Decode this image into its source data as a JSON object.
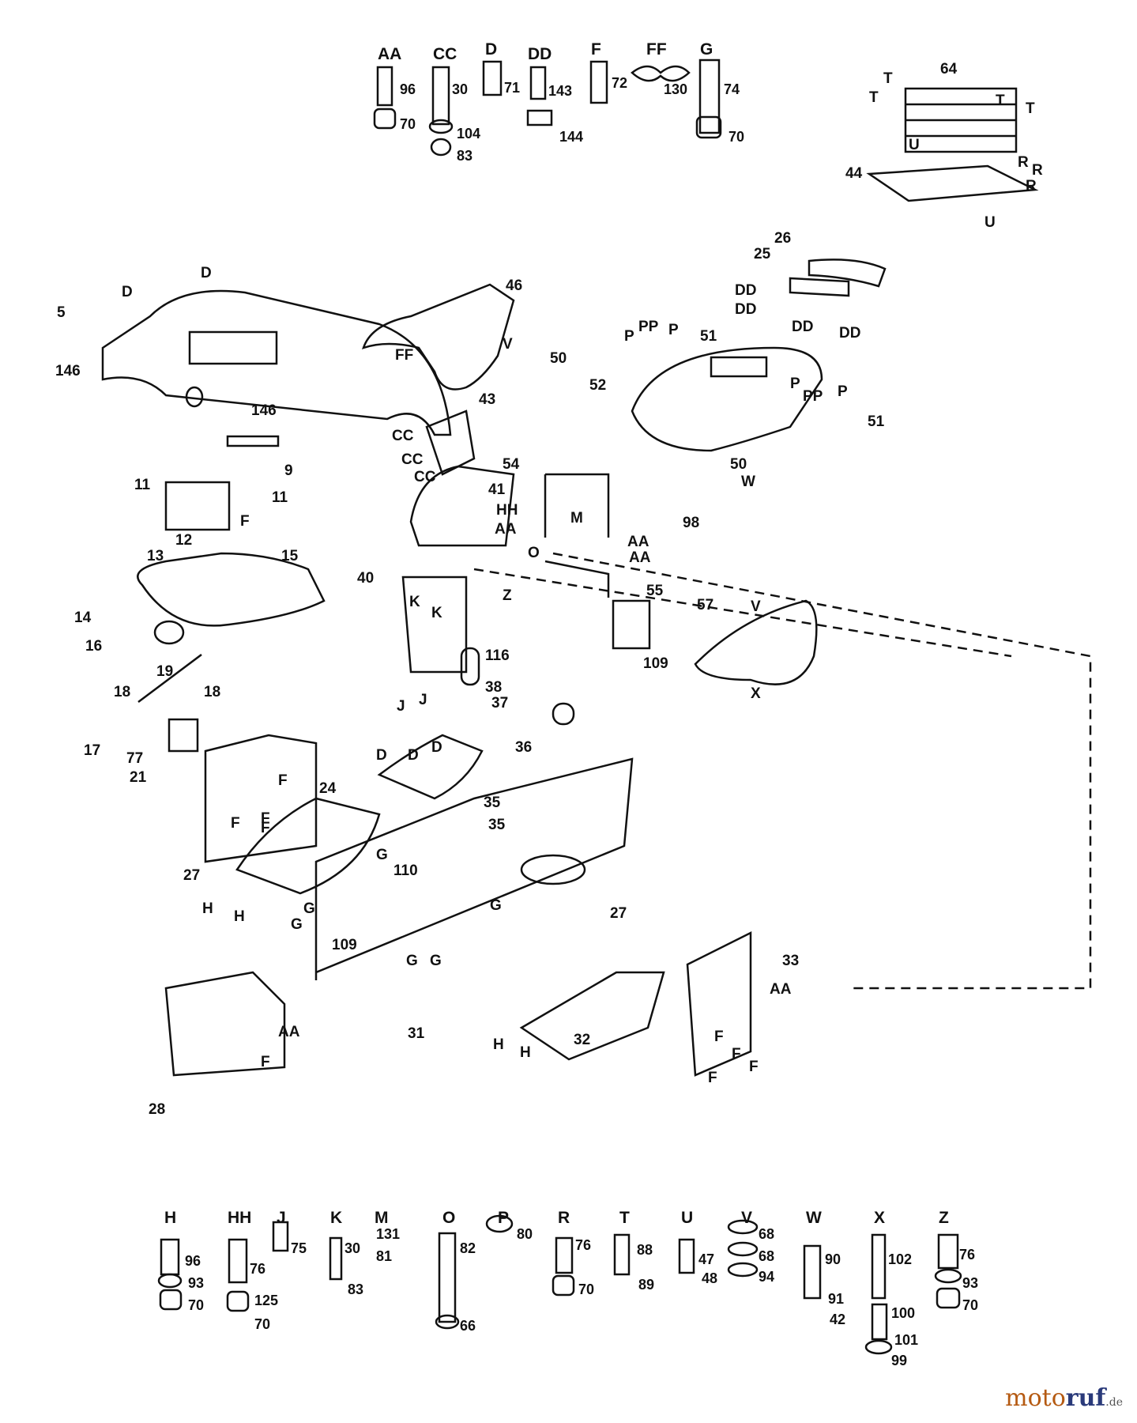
{
  "hardware_top": [
    {
      "code": "AA",
      "parts": [
        "96",
        "70"
      ]
    },
    {
      "code": "CC",
      "parts": [
        "30",
        "104",
        "83"
      ]
    },
    {
      "code": "D",
      "parts": [
        "71"
      ]
    },
    {
      "code": "DD",
      "parts": [
        "143",
        "144"
      ]
    },
    {
      "code": "F",
      "parts": [
        "72"
      ]
    },
    {
      "code": "FF",
      "parts": [
        "130"
      ]
    },
    {
      "code": "G",
      "parts": [
        "74",
        "70"
      ]
    }
  ],
  "hardware_bottom": [
    {
      "code": "H",
      "parts": [
        "96",
        "93",
        "70"
      ]
    },
    {
      "code": "HH",
      "parts": [
        "76",
        "125",
        "70"
      ]
    },
    {
      "code": "J",
      "parts": [
        "75"
      ]
    },
    {
      "code": "K",
      "parts": [
        "30",
        "83"
      ]
    },
    {
      "code": "M",
      "parts": [
        "131",
        "81"
      ]
    },
    {
      "code": "O",
      "parts": [
        "82",
        "66"
      ]
    },
    {
      "code": "P",
      "parts": [
        "80"
      ]
    },
    {
      "code": "R",
      "parts": [
        "76",
        "70"
      ]
    },
    {
      "code": "T",
      "parts": [
        "88",
        "89"
      ]
    },
    {
      "code": "U",
      "parts": [
        "47",
        "48"
      ]
    },
    {
      "code": "V",
      "parts": [
        "68",
        "68",
        "94"
      ]
    },
    {
      "code": "W",
      "parts": [
        "90",
        "91",
        "42"
      ]
    },
    {
      "code": "X",
      "parts": [
        "102",
        "100",
        "101",
        "99"
      ]
    },
    {
      "code": "Z",
      "parts": [
        "76",
        "93",
        "70"
      ]
    }
  ],
  "callouts": [
    "64",
    "T",
    "T",
    "T",
    "T",
    "R",
    "U",
    "R",
    "R",
    "44",
    "U",
    "26",
    "25",
    "DD",
    "DD",
    "DD",
    "DD",
    "46",
    "V",
    "FF",
    "D",
    "D",
    "5",
    "146",
    "146",
    "9",
    "P",
    "PP",
    "P",
    "51",
    "50",
    "52",
    "P",
    "PP",
    "P",
    "51",
    "50",
    "W",
    "98",
    "43",
    "CC",
    "CC",
    "CC",
    "41",
    "54",
    "M",
    "HH",
    "AA",
    "AA",
    "AA",
    "11",
    "11",
    "F",
    "12",
    "15",
    "13",
    "14",
    "40",
    "K",
    "K",
    "Z",
    "O",
    "55",
    "57",
    "V",
    "X",
    "109",
    "116",
    "38",
    "J",
    "J",
    "37",
    "36",
    "16",
    "18",
    "19",
    "18",
    "17",
    "77",
    "21",
    "F",
    "F",
    "F",
    "F",
    "24",
    "D",
    "D",
    "D",
    "G",
    "110",
    "35",
    "35",
    "27",
    "H",
    "H",
    "G",
    "G",
    "G",
    "109",
    "G",
    "G",
    "27",
    "33",
    "AA",
    "31",
    "32",
    "H",
    "H",
    "F",
    "F",
    "F",
    "F",
    "28",
    "AA",
    "F"
  ],
  "watermark": {
    "brand_a": "moto",
    "brand_b": "ruf",
    "suffix": ".de"
  }
}
